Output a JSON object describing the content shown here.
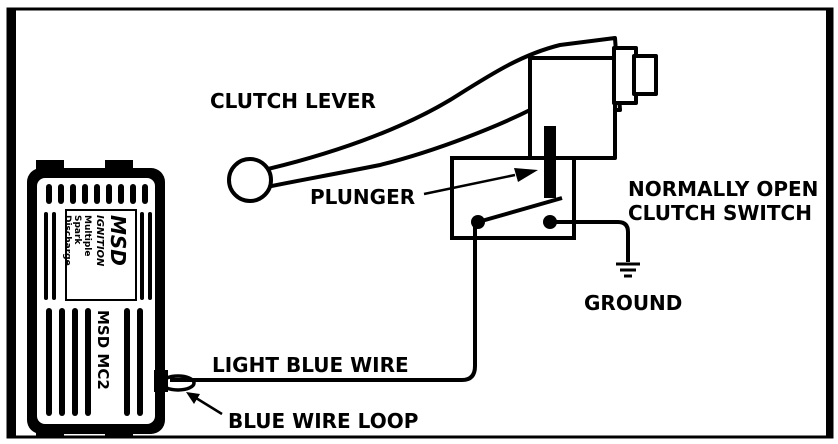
{
  "labels": {
    "clutch_lever": "CLUTCH LEVER",
    "plunger": "PLUNGER",
    "switch_line1": "NORMALLY OPEN",
    "switch_line2": "CLUTCH SWITCH",
    "ground": "GROUND",
    "light_blue_wire": "LIGHT BLUE WIRE",
    "blue_wire_loop": "BLUE WIRE LOOP"
  },
  "msd_unit": {
    "logo_line1": "MSD",
    "logo_line2": "IGNITION",
    "desc_line1": "Multiple",
    "desc_line2": "Spark",
    "desc_line3": "Discharge",
    "model": "MSD MC2"
  },
  "icons": [
    "clutch-lever-icon",
    "clutch-switch-icon",
    "ground-symbol-icon",
    "msd-ignition-box-icon"
  ]
}
